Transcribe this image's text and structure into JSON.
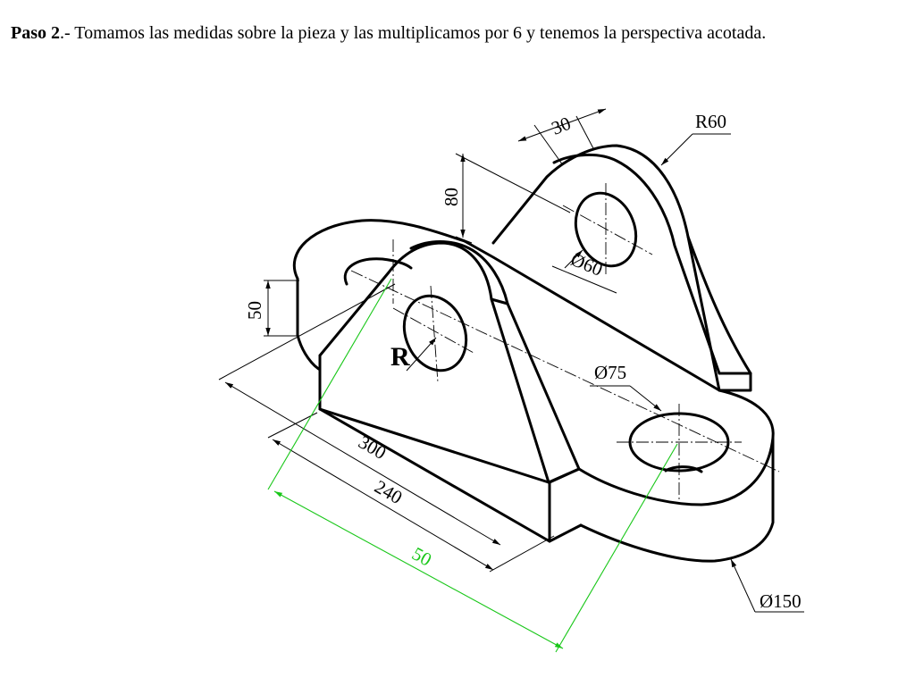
{
  "heading": {
    "step_label": "Paso 2",
    "text": ".- Tomamos las medidas sobre la pieza y las multiplicamos por 6 y tenemos la perspectiva acotada."
  },
  "dimensions": {
    "d30": "30",
    "r60": "R60",
    "d80": "80",
    "d50_height": "50",
    "d60_hole": "Ø60",
    "d75_hole": "Ø75",
    "r_label": "R",
    "d300": "300",
    "d240": "240",
    "d50_green": "50",
    "d150": "Ø150"
  },
  "colors": {
    "lines": "#000000",
    "measure_line": "#19c719",
    "background": "#ffffff"
  }
}
